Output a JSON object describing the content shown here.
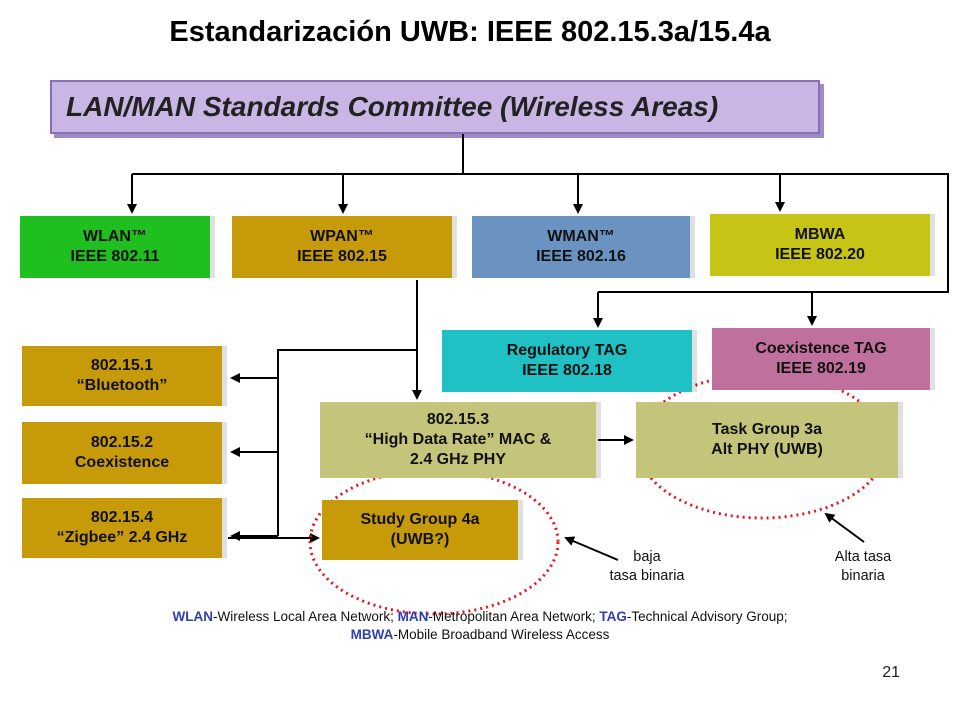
{
  "title": "Estandarización UWB: IEEE 802.15.3a/15.4a",
  "committee": "LAN/MAN Standards Committee (Wireless Areas)",
  "boxes": {
    "wlan": {
      "line1": "WLAN™",
      "line2": "IEEE 802.11",
      "color": "#1fbf1f"
    },
    "wpan": {
      "line1": "WPAN™",
      "line2": "IEEE 802.15",
      "color": "#c79a0a"
    },
    "wman": {
      "line1": "WMAN™",
      "line2": "IEEE 802.16",
      "color": "#6b93c2"
    },
    "mbwa": {
      "line1": "MBWA",
      "line2": "IEEE 802.20",
      "color": "#c6c415"
    },
    "regulatory": {
      "line1": "Regulatory TAG",
      "line2": "IEEE 802.18",
      "color": "#1fc1c4"
    },
    "coexistence_tag": {
      "line1": "Coexistence TAG",
      "line2": "IEEE 802.19",
      "color": "#c0709c"
    },
    "bluetooth": {
      "line1": "802.15.1",
      "line2": "“Bluetooth”",
      "color": "#c79a0a"
    },
    "coexistence": {
      "line1": "802.15.2",
      "line2": "Coexistence",
      "color": "#c79a0a"
    },
    "zigbee": {
      "line1": "802.15.4",
      "line2": "“Zigbee” 2.4 GHz",
      "color": "#c79a0a"
    },
    "hdr": {
      "line1": "802.15.3",
      "line2": "“High Data Rate” MAC &",
      "line3": "2.4 GHz PHY",
      "color": "#c4c47a"
    },
    "tg3a": {
      "line1": "Task Group 3a",
      "line2": "Alt PHY (UWB)",
      "color": "#c4c47a"
    },
    "sg4a": {
      "line1": "Study Group 4a",
      "line2": "(UWB?)",
      "color": "#c79a0a"
    }
  },
  "notes": {
    "low_rate_1": "baja",
    "low_rate_2": "tasa binaria",
    "high_rate_1": "Alta tasa",
    "high_rate_2": "binaria"
  },
  "footnote": {
    "wlan_abbr": "WLAN",
    "wlan_text": "-Wireless Local Area Network; ",
    "man_abbr": "MAN",
    "man_text": "-Metropolitan Area Network; ",
    "tag_abbr": "TAG",
    "tag_text": "-Technical Advisory Group; ",
    "mbwa_abbr": "MBWA",
    "mbwa_text": "-Mobile Broadband Wireless Access"
  },
  "page_number": "21"
}
